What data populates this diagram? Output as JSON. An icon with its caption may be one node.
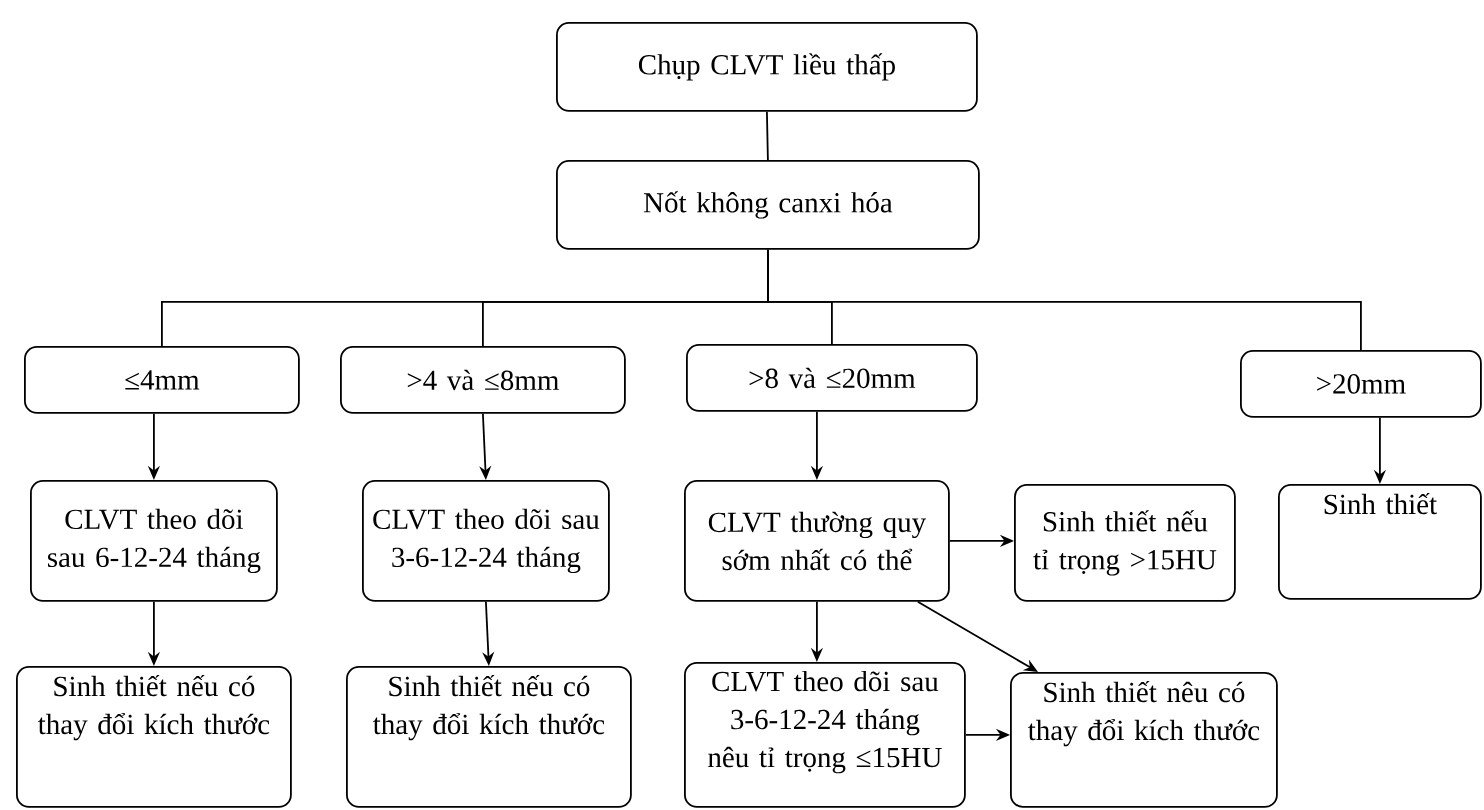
{
  "diagram": {
    "nodes": [
      {
        "text": [
          "Chụp CLVT liều thấp"
        ]
      },
      {
        "text": [
          "Nốt không canxi hóa"
        ]
      },
      {
        "text": [
          "≤4mm"
        ]
      },
      {
        "text": [
          ">4 và ≤8mm"
        ]
      },
      {
        "text": [
          ">8 và ≤20mm"
        ]
      },
      {
        "text": [
          ">20mm"
        ]
      },
      {
        "text": [
          "CLVT theo dõi sau 6-12-24 tháng"
        ]
      },
      {
        "text": [
          "CLVT theo dõi sau 3-6-12-24 tháng"
        ]
      },
      {
        "text": [
          "CLVT thường quy sớm nhất có thể"
        ]
      },
      {
        "text": [
          "Sinh thiết nếu tỉ trọng >15HU"
        ]
      },
      {
        "text": [
          "Sinh thiết"
        ]
      },
      {
        "text": [
          "Sinh thiết nếu có thay đổi kích thước"
        ]
      },
      {
        "text": [
          "Sinh thiết nếu có thay đổi kích thước"
        ]
      },
      {
        "text": [
          "CLVT theo dõi sau 3-6-12-24 tháng nêu tỉ trọng ≤15HU"
        ]
      },
      {
        "text": [
          "Sinh thiết nêu có thay đổi kích thước"
        ]
      }
    ],
    "edges": [
      {
        "from": 0,
        "to": 1,
        "arrow": "none"
      },
      {
        "from": 1,
        "to": 2,
        "arrow": "none"
      },
      {
        "from": 1,
        "to": 3,
        "arrow": "none"
      },
      {
        "from": 1,
        "to": 4,
        "arrow": "none"
      },
      {
        "from": 1,
        "to": 5,
        "arrow": "none"
      },
      {
        "from": 2,
        "to": 6,
        "arrow": "to"
      },
      {
        "from": 3,
        "to": 7,
        "arrow": "to"
      },
      {
        "from": 4,
        "to": 8,
        "arrow": "to"
      },
      {
        "from": 5,
        "to": 10,
        "arrow": "to"
      },
      {
        "from": 6,
        "to": 11,
        "arrow": "to"
      },
      {
        "from": 7,
        "to": 12,
        "arrow": "to"
      },
      {
        "from": 8,
        "to": 9,
        "arrow": "to"
      },
      {
        "from": 8,
        "to": 13,
        "arrow": "to"
      },
      {
        "from": 8,
        "to": 14,
        "arrow": "to"
      },
      {
        "from": 13,
        "to": 14,
        "arrow": "to"
      }
    ]
  }
}
